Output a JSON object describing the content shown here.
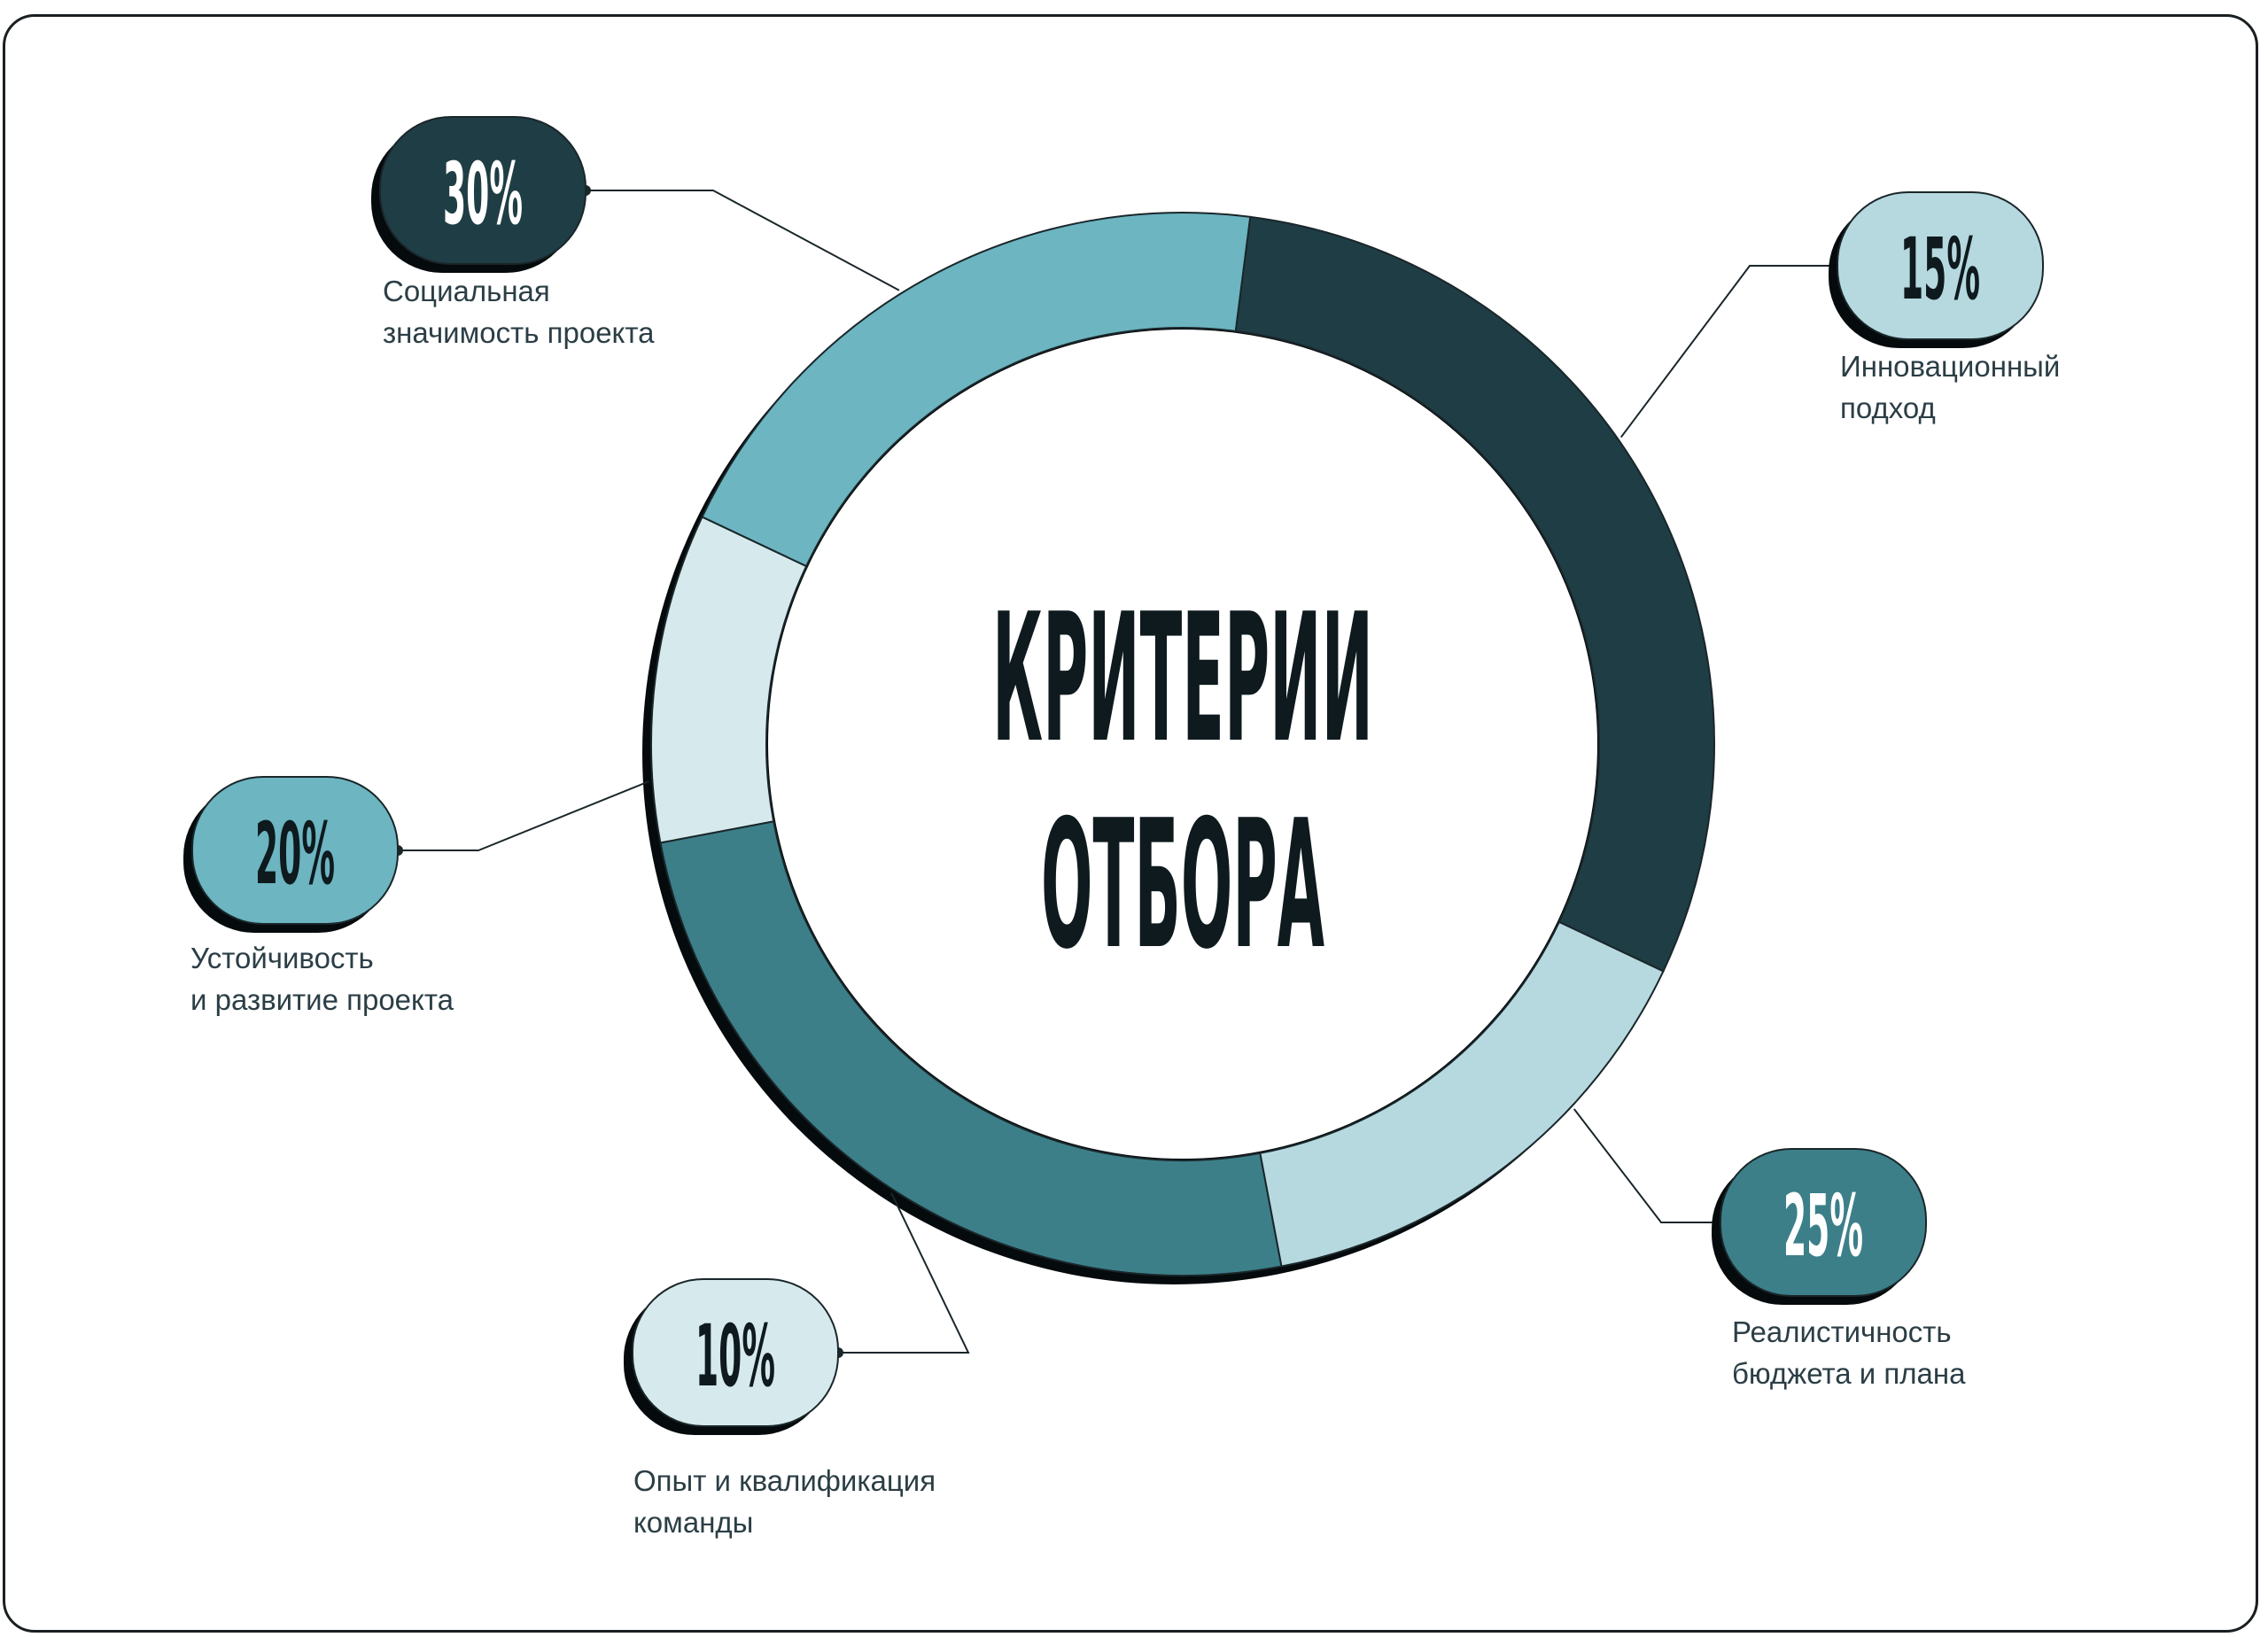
{
  "chart_data": {
    "type": "pie",
    "variant": "donut",
    "title_lines": [
      "КРИТЕРИИ",
      "ОТБОРА"
    ],
    "series": [
      {
        "value": 30,
        "label": "30%",
        "name_lines": [
          "Социальная",
          "значимость проекта"
        ],
        "color": "#1f3d44",
        "text_color": "#ffffff"
      },
      {
        "value": 15,
        "label": "15%",
        "name_lines": [
          "Инновационный",
          "подход"
        ],
        "color": "#b5d9df",
        "text_color": "#0e1a1e"
      },
      {
        "value": 25,
        "label": "25%",
        "name_lines": [
          "Реалистичность",
          "бюджета и плана"
        ],
        "color": "#3c7f89",
        "text_color": "#ffffff"
      },
      {
        "value": 10,
        "label": "10%",
        "name_lines": [
          "Опыт и квалификация",
          "команды"
        ],
        "color": "#d6eaed",
        "text_color": "#0e1a1e"
      },
      {
        "value": 20,
        "label": "20%",
        "name_lines": [
          "Устойчивость",
          "и развитие проекта"
        ],
        "color": "#6cb5c1",
        "text_color": "#0e1a1e"
      }
    ],
    "legend": "callouts"
  }
}
